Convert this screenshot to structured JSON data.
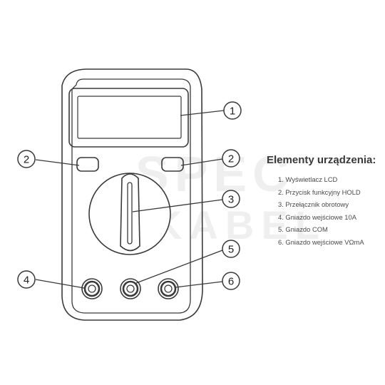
{
  "legend": {
    "title": "Elementy urządzenia:",
    "items": [
      "1. Wyświetlacz LCD",
      "2. Przycisk funkcyjny HOLD",
      "3. Przełącznik obrotowy",
      "4. Gniazdo wejściowe 10A",
      "5. Gniazdo COM",
      "6. Gniazdo wejściowe VΩmA"
    ]
  },
  "callouts": [
    "1",
    "2",
    "2",
    "3",
    "4",
    "5",
    "6"
  ],
  "watermark": {
    "top": "SPEC",
    "bottom": "KABEL"
  },
  "colors": {
    "outline": "#3a3a3a",
    "background": "#ffffff",
    "text": "#333333"
  }
}
